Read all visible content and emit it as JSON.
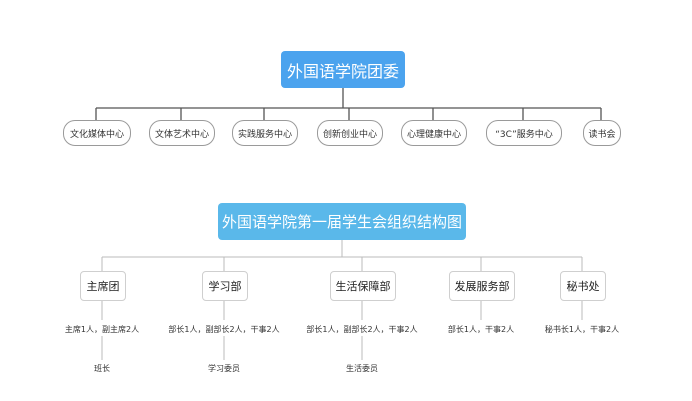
{
  "top_chart": {
    "root": "外国语学院团委",
    "children": [
      "文化媒体中心",
      "文体艺术中心",
      "实践服务中心",
      "创新创业中心",
      "心理健康中心",
      "“3C”服务中心",
      "读书会"
    ]
  },
  "bottom_chart": {
    "root": "外国语学院第一届学生会组织结构图",
    "departments": [
      {
        "name": "主席团",
        "staff": "主席1人，副主席2人",
        "sub": "班长"
      },
      {
        "name": "学习部",
        "staff": "部长1人，副部长2人，干事2人",
        "sub": "学习委员"
      },
      {
        "name": "生活保障部",
        "staff": "部长1人，副部长2人，干事2人",
        "sub": "生活委员"
      },
      {
        "name": "发展服务部",
        "staff": "部长1人，干事2人",
        "sub": ""
      },
      {
        "name": "秘书处",
        "staff": "秘书长1人，干事2人",
        "sub": ""
      }
    ]
  },
  "colors": {
    "root_top": "#4ba3ee",
    "root_bottom": "#5ab8ea",
    "line": "#555555"
  }
}
